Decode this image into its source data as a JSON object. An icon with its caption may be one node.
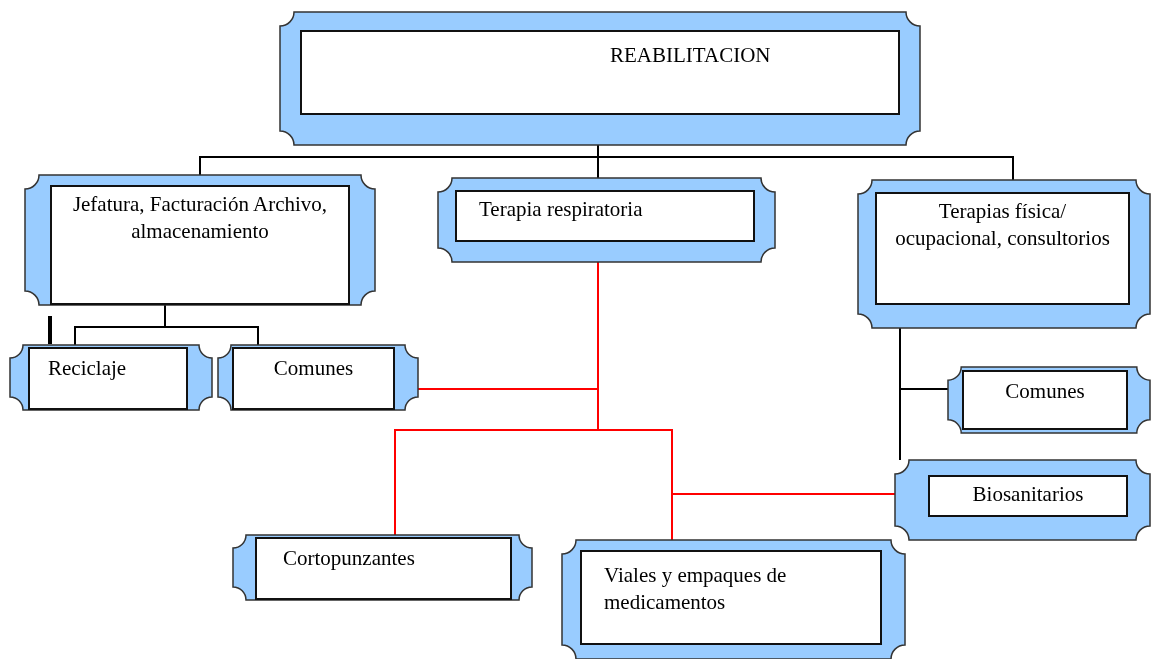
{
  "diagram": {
    "nodes": [
      {
        "text": [
          "REABILITACION"
        ]
      },
      {
        "text": [
          "Jefatura, Facturación Archivo, almacenamiento"
        ]
      },
      {
        "text": [
          "Terapia respiratoria"
        ]
      },
      {
        "text": [
          "Terapias física/ ocupacional, consultorios"
        ]
      },
      {
        "text": [
          "Reciclaje"
        ]
      },
      {
        "text": [
          "Comunes"
        ]
      },
      {
        "text": [
          "Comunes"
        ]
      },
      {
        "text": [
          "Biosanitarios"
        ]
      },
      {
        "text": [
          "Cortopunzantes"
        ]
      },
      {
        "text": [
          "Viales y empaques de medicamentos"
        ]
      }
    ],
    "edges": [
      {
        "from": 0,
        "to": 1,
        "arrow": "none"
      },
      {
        "from": 0,
        "to": 2,
        "arrow": "none"
      },
      {
        "from": 0,
        "to": 3,
        "arrow": "none"
      },
      {
        "from": 1,
        "to": 4,
        "arrow": "none"
      },
      {
        "from": 1,
        "to": 5,
        "arrow": "none"
      },
      {
        "from": 3,
        "to": 6,
        "arrow": "none"
      },
      {
        "from": 3,
        "to": 7,
        "arrow": "none"
      },
      {
        "from": 2,
        "to": 5,
        "arrow": "none",
        "color": "#ff0000"
      },
      {
        "from": 2,
        "to": 8,
        "arrow": "none",
        "color": "#ff0000"
      },
      {
        "from": 2,
        "to": 9,
        "arrow": "none",
        "color": "#ff0000"
      },
      {
        "from": 2,
        "to": 7,
        "arrow": "none",
        "color": "#ff0000"
      }
    ]
  }
}
